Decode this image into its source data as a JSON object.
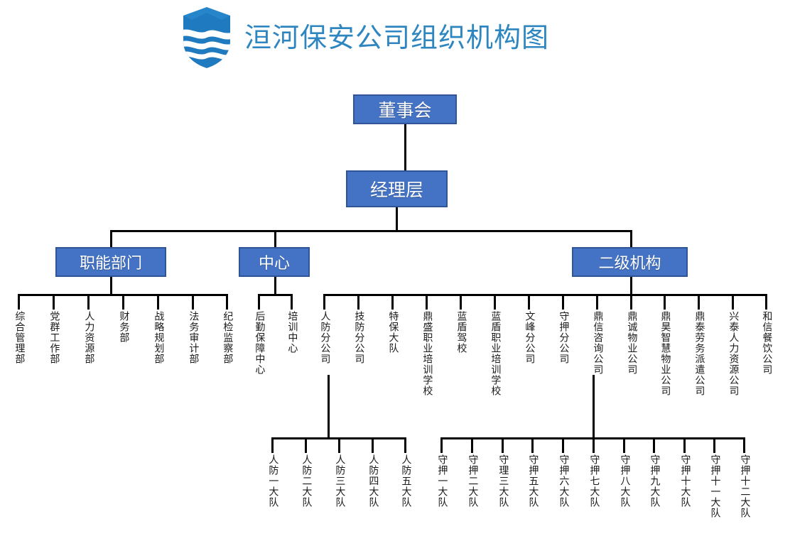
{
  "header": {
    "title": "洹河保安公司组织机构图",
    "logo_name": "shield-wave-logo",
    "logo_color": "#1F7AC0",
    "title_color": "#2E86C1"
  },
  "theme": {
    "box_fill": "#4472C4",
    "box_border": "#2F5597",
    "box_text": "#FFFFFF",
    "line_color": "#000000",
    "leaf_text": "#1A1A1A"
  },
  "nodes": {
    "board": "董事会",
    "management": "经理层",
    "functional": "职能部门",
    "center": "中心",
    "secondary": "二级机构"
  },
  "functional_departments": [
    "综合管理部",
    "党群工作部",
    "人力资源部",
    "财务部",
    "战略规划部",
    "法务审计部",
    "纪检监察部"
  ],
  "centers": [
    "后勤保障中心",
    "培训中心"
  ],
  "secondary_institutions": [
    "人防分公司",
    "技防分公司",
    "特保大队",
    "鼎盛职业培训学校",
    "蓝盾驾校",
    "蓝盾职业培训学校",
    "文峰分公司",
    "守押分公司",
    "鼎信咨询公司",
    "鼎诚物业公司",
    "鼎昊智慧物业公司",
    "鼎泰劳务派遣公司",
    "兴泰人力资源公司",
    "和信餐饮公司"
  ],
  "renfang_brigades": [
    "人防一大队",
    "人防二大队",
    "人防三大队",
    "人防四大队",
    "人防五大队"
  ],
  "shouya_brigades": [
    "守押一大队",
    "守押二大队",
    "守理三大队",
    "守押五大队",
    "守押六大队",
    "守押七大队",
    "守押八大队",
    "守押九大队",
    "守押十大队",
    "守押十一大队",
    "守押十二大队"
  ]
}
